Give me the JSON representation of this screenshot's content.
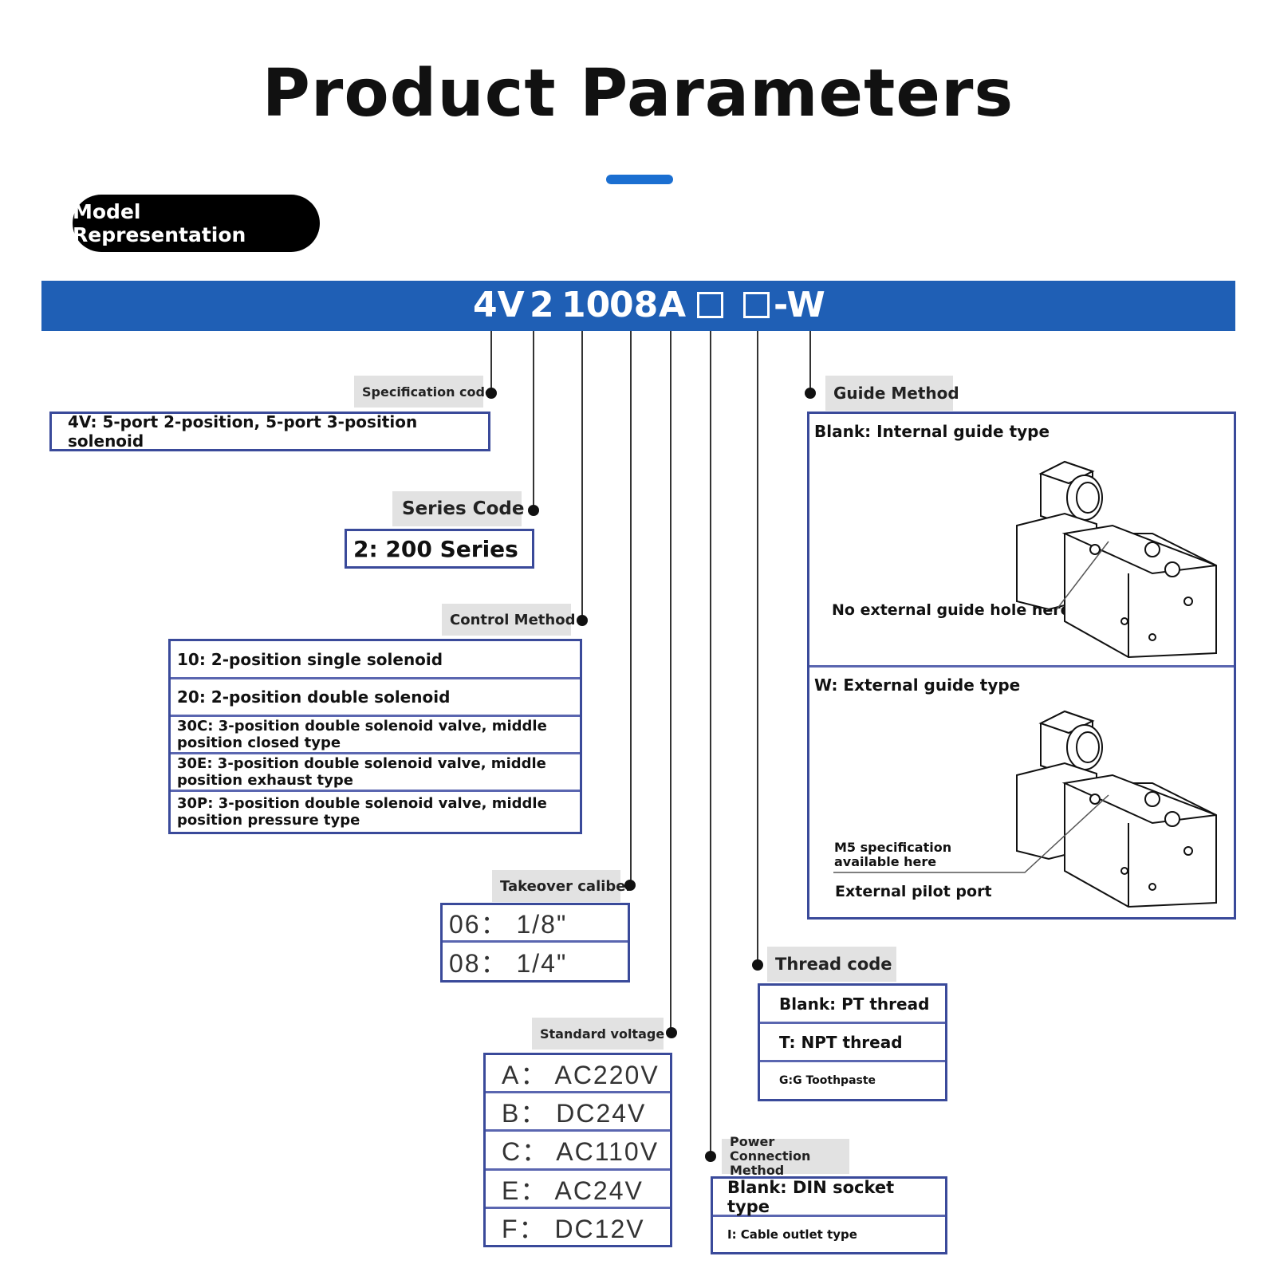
{
  "title": "Product Parameters",
  "section_pill": "Model Representation",
  "model_code": {
    "parts": [
      "4V",
      "2",
      "10",
      "08",
      "A",
      "-W"
    ],
    "boxes": 2
  },
  "specification": {
    "label": "Specification code",
    "items": [
      "4V: 5-port 2-position, 5-port 3-position solenoid"
    ]
  },
  "series": {
    "label": "Series Code",
    "items": [
      "2: 200 Series"
    ]
  },
  "control": {
    "label": "Control Method",
    "items": [
      "10: 2-position single solenoid",
      "20: 2-position double solenoid",
      "30C: 3-position double solenoid valve, middle position closed type",
      "30E: 3-position double solenoid valve, middle position exhaust type",
      "30P: 3-position double solenoid valve, middle position pressure type"
    ]
  },
  "takeover": {
    "label": "Takeover caliber",
    "items": [
      "06： 1/8\"",
      "08： 1/4\""
    ]
  },
  "voltage": {
    "label": "Standard voltage",
    "items": [
      "A： AC220V",
      "B： DC24V",
      "C： AC110V",
      "E： AC24V",
      "F： DC12V"
    ]
  },
  "power": {
    "label": "Power Connection Method",
    "items": [
      "Blank: DIN socket type",
      "I: Cable outlet type"
    ]
  },
  "thread": {
    "label": "Thread code",
    "items": [
      "Blank: PT thread",
      "T: NPT thread",
      "G:G Toothpaste"
    ]
  },
  "guide": {
    "label": "Guide Method",
    "internal": {
      "title": "Blank: Internal guide type",
      "note": "No external guide hole here"
    },
    "external": {
      "title": "W: External guide type",
      "note1": "M5 specification available here",
      "note2": "External pilot port"
    }
  },
  "colors": {
    "accent": "#1b6fd1",
    "model_bar": "#1f5fb5",
    "box_border": "#3a4a9a",
    "label_bg": "#e2e2e2"
  }
}
